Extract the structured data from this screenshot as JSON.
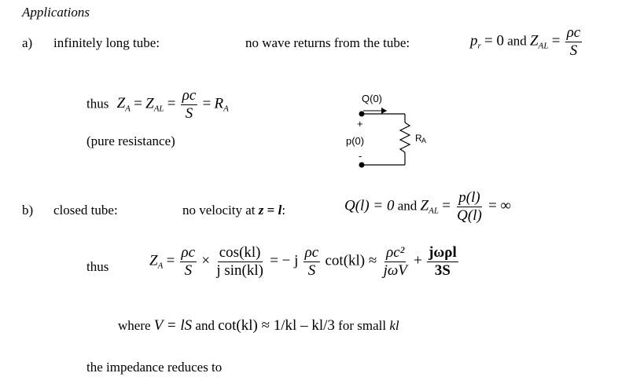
{
  "heading": "Applications",
  "part_a": {
    "marker": "a)",
    "label": "infinitely long tube:",
    "description": "no wave returns from the tube:",
    "cond_lhs": "p",
    "cond_sub": "r",
    "cond_rhs": "= 0",
    "and_word": "and",
    "z": "Z",
    "z_sub": "AL",
    "eq": "=",
    "frac_num": "ρc",
    "frac_den": "S"
  },
  "thus_a": {
    "thus_word": "thus",
    "z": "Z",
    "z_sub_a": "A",
    "eq1": "=",
    "z_sub_al": "AL",
    "eq2": "=",
    "frac_num": "ρc",
    "frac_den": "S",
    "eq3": "=",
    "r": "R",
    "r_sub": "A",
    "note": "(pure resistance)"
  },
  "circuit": {
    "q_label": "Q(0)",
    "plus": "+",
    "p_label": "p(0)",
    "minus": "-",
    "r_label": "R",
    "r_sub": "A"
  },
  "part_b": {
    "marker": "b)",
    "label": "closed tube:",
    "description_prefix": "no velocity at",
    "z_var": "z",
    "eq": "=",
    "l_var": "l",
    "colon": ":",
    "q_expr": "Q(l) = 0",
    "and_word": "and",
    "z": "Z",
    "z_sub": "AL",
    "frac_num": "p(l)",
    "frac_den": "Q(l)",
    "infinity": "= ∞"
  },
  "thus_b": {
    "thus_word": "thus",
    "z": "Z",
    "z_sub": "A",
    "f1_num": "ρc",
    "f1_den": "S",
    "times": "×",
    "f2_num": "cos(kl)",
    "f2_den": "j sin(kl)",
    "eq2": "= − j",
    "f3_num": "ρc",
    "f3_den": "S",
    "cot_expr": "cot(kl) ≈",
    "f4_num": "ρc²",
    "f4_den": "jωV",
    "plus": "+",
    "f5_num": "jωρl",
    "f5_den": "3S"
  },
  "where_line": {
    "where_word": "where",
    "v_expr": "V = lS",
    "and_word": "and",
    "cot_approx": "cot(kl) ≈ 1/kl – kl/3",
    "small_note": "for small",
    "small_var": "kl"
  },
  "final_line": "the impedance reduces to"
}
